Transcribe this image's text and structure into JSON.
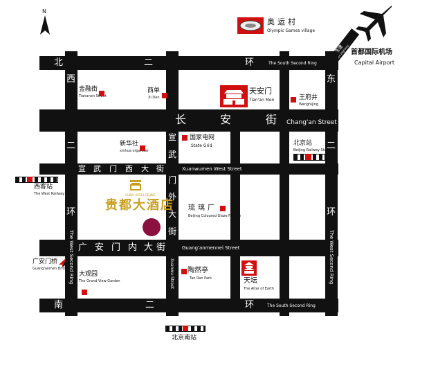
{
  "north_label": "N",
  "roads": {
    "north_ring_cn": [
      "北",
      "二",
      "环"
    ],
    "north_ring_en": "The South Second Ring",
    "south_ring_cn": [
      "南",
      "二",
      "环"
    ],
    "south_ring_en": "The South Second Ring",
    "west_ring_cn": [
      "西",
      "二",
      "环"
    ],
    "west_ring_en": "The West Second Ring",
    "east_ring_cn": [
      "东",
      "二",
      "环"
    ],
    "east_ring_en": "The West Second Ring",
    "changan_cn": [
      "长",
      "安",
      "街"
    ],
    "changan_en": "Chang'an Street",
    "xuanwumen_west_cn": [
      "宣",
      "武",
      "门",
      "西",
      "大",
      "街"
    ],
    "xuanwumen_west_en": "Xuanwumen West Street",
    "xuanwumen_out_cn": [
      "宣",
      "武",
      "门",
      "外",
      "大",
      "街"
    ],
    "xuanwumen_out_en": "Xuanwu Street",
    "guanganmen_cn": [
      "广",
      "安",
      "门",
      "内",
      "大",
      "街"
    ],
    "guanganmen_en": "Guang'anmennei Street",
    "airport_expressway_cn": "机场高速",
    "airport_expressway_en": "Airport Highway"
  },
  "places": {
    "olympic_cn": "奥运村",
    "olympic_en": "Olympic Games village",
    "airport_cn": "首都国际机场",
    "airport_en": "Capital Airport",
    "jinrongjie_cn": "金融街",
    "jinrongjie_en": "Tiananen Street",
    "xidan_cn": "西单",
    "xidan_en": "Xi Dan",
    "tiananmen_cn": "天安门",
    "tiananmen_en": "Tian'an Men",
    "wangfujing_cn": "王府井",
    "wangfujing_en": "Wangfujing",
    "xinhua_cn": "新华社",
    "xinhua_en": "xinhua organizer",
    "stategrid_cn": "国家电网",
    "stategrid_en": "State Grid",
    "beijing_station_cn": "北京站",
    "beijing_station_en": "Beijing Railway Station",
    "west_station_cn": "西客站",
    "west_station_en": "The West Railway Station",
    "hotel_en": "GUIDU HOTEL BEIJING",
    "hotel_cn": "贵都大酒店",
    "liulichang_cn": "琉璃厂",
    "liulichang_en": "Beijing Coloured Glaze Factory",
    "guanganmen_bridge_cn": "广安门桥",
    "guanganmen_bridge_en": "Guang'anmen Bridge",
    "daguanyuan_cn": "大观园",
    "daguanyuan_en": "The Grand View Garden",
    "taoranting_cn": "陶然亭",
    "taoranting_en": "Tao Ran Park",
    "tiantan_cn": "天坛",
    "tiantan_en": "The Altar of Earth",
    "south_station_cn": "北京南站"
  },
  "colors": {
    "road": "#111111",
    "marker": "#d01010",
    "hotel_text": "#c8a020",
    "hotel_dot": "#8a1040"
  }
}
